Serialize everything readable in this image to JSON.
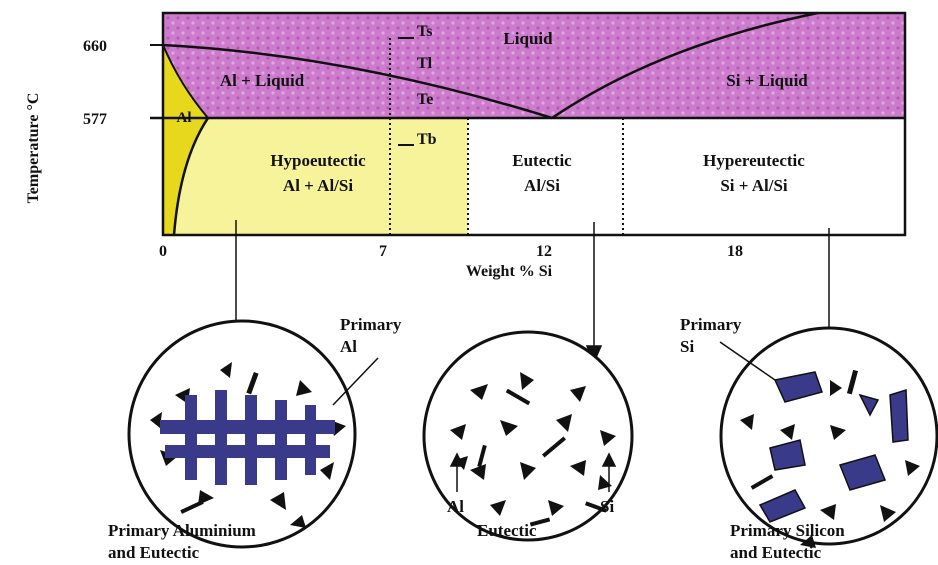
{
  "axes": {
    "ylabel": "Temperature °C",
    "xlabel": "Weight % Si",
    "yticks": [
      "660",
      "577"
    ],
    "xticks": [
      "0",
      "7",
      "12",
      "18"
    ]
  },
  "phases": {
    "liquid": "Liquid",
    "al_liquid": "Al + Liquid",
    "si_liquid": "Si + Liquid",
    "al": "Al",
    "hypo_line1": "Hypoeutectic",
    "hypo_line2": "Al + Al/Si",
    "eut_line1": "Eutectic",
    "eut_line2": "Al/Si",
    "hyper_line1": "Hypereutectic",
    "hyper_line2": "Si + Al/Si"
  },
  "temps": {
    "ts": "Ts",
    "tl": "Tl",
    "te": "Te",
    "tb": "Tb"
  },
  "micro": {
    "primary_al": [
      "Primary",
      "Al"
    ],
    "primary_si": [
      "Primary",
      "Si"
    ],
    "al_marker": "Al",
    "si_marker": "Si",
    "caption_left": [
      "Primary Aluminium",
      "and Eutectic"
    ],
    "caption_mid": "Eutectic",
    "caption_right": [
      "Primary Silicon",
      "and Eutectic"
    ]
  },
  "colors": {
    "liquid_region": "#c874c8",
    "hypo_region": "#f6f39a",
    "al_region": "#e7d81e",
    "crystal": "#3a3a8a"
  }
}
